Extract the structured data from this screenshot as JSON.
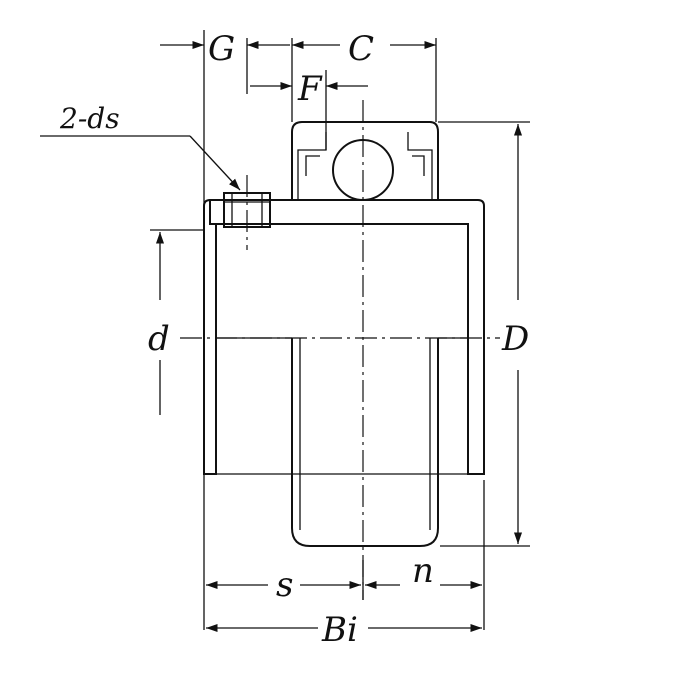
{
  "diagram": {
    "labels": {
      "G": "G",
      "C": "C",
      "F": "F",
      "ds": "2-ds",
      "d": "d",
      "D": "D",
      "s": "s",
      "n": "n",
      "Bi": "Bi"
    },
    "colors": {
      "stroke": "#111111",
      "background": "#ffffff"
    }
  }
}
